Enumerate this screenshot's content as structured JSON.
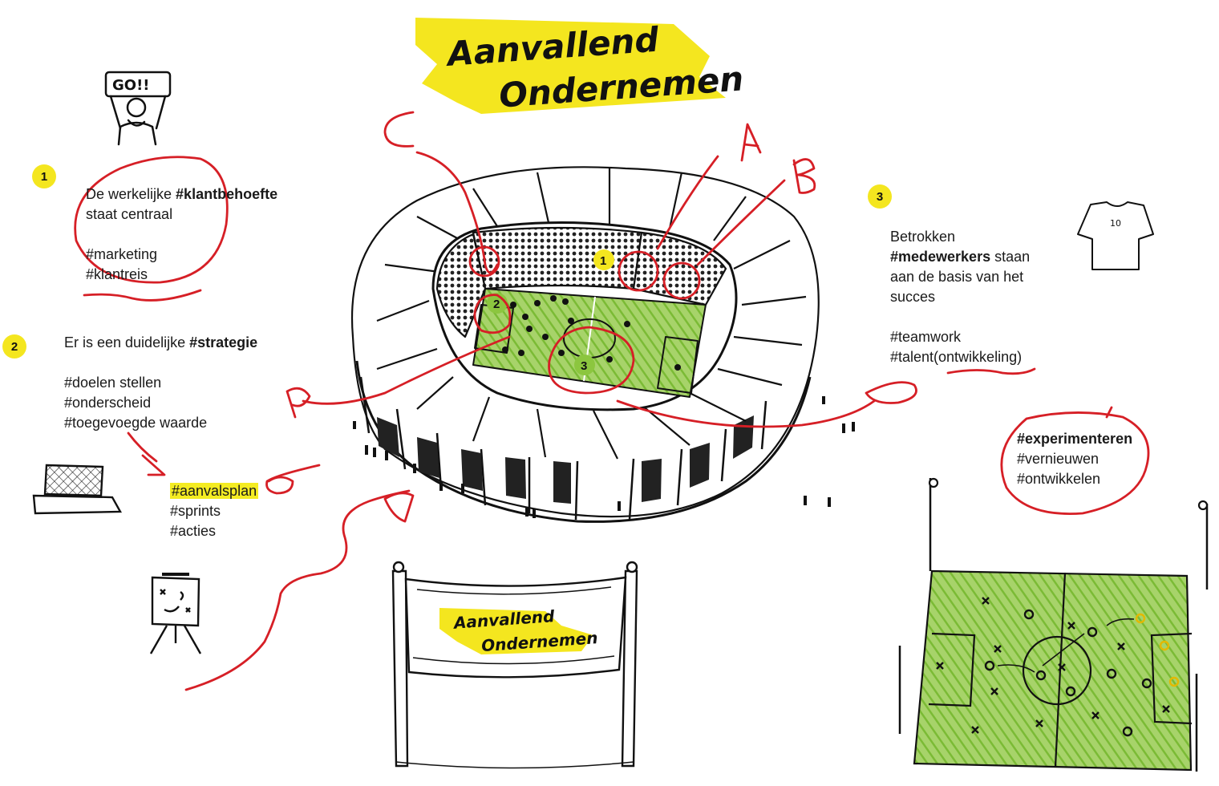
{
  "title": {
    "line1": "Aanvallend",
    "line2": "Ondernemen"
  },
  "banner": {
    "line1": "Aanvallend",
    "line2": "Ondernemen"
  },
  "sign_text": "GO!!",
  "shirt_number": "10",
  "markers": {
    "m1": "1",
    "m2": "2",
    "m3": "3"
  },
  "annotations": {
    "a": "A",
    "b": "B",
    "c": "C"
  },
  "section1": {
    "badge": "1",
    "line1_prefix": "De werkelijke ",
    "line1_bold": "#klantbehoefte",
    "line2": "staat centraal",
    "tag1": "#marketing",
    "tag2": "#klantreis"
  },
  "section2": {
    "badge": "2",
    "line1_prefix": "Er is een duidelijke ",
    "line1_bold": "#strategie",
    "tag1": "#doelen stellen",
    "tag2": "#onderscheid",
    "tag3": "#toegevoegde waarde",
    "sub1": "#aanvalsplan",
    "sub2": "#sprints",
    "sub3": "#acties"
  },
  "section3": {
    "badge": "3",
    "line1": "Betrokken",
    "line2_bold": "#medewerkers",
    "line2_suffix": " staan",
    "line3": "aan de basis van het",
    "line4": "succes",
    "tag1": "#teamwork",
    "tag2": "#talent(ontwikkeling)"
  },
  "section4": {
    "tag1": "#experimenteren",
    "tag2": "#vernieuwen",
    "tag3": "#ontwikkelen"
  },
  "colors": {
    "accent_yellow": "#f4e61f",
    "pen_red": "#d61f26",
    "pitch_green": "#8cc63f",
    "ink": "#1a1a1a"
  }
}
